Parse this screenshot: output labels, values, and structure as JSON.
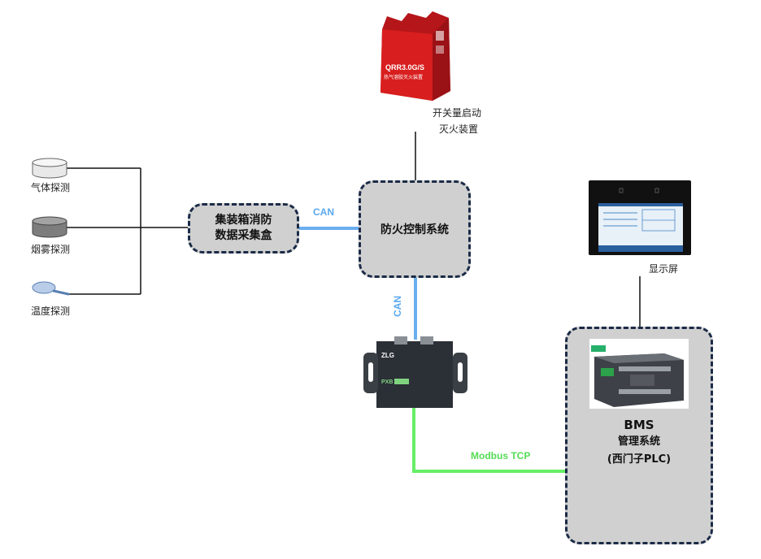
{
  "sensors": {
    "gas_label": "气体探测",
    "smoke_label": "烟雾探测",
    "temp_label": "温度探测"
  },
  "collector_box": {
    "line1": "集装箱消防",
    "line2": "数据采集盒"
  },
  "fire_control": {
    "label": "防火控制系统"
  },
  "extinguisher": {
    "device_model": "QRR3.0G/S",
    "device_subtitle": "热气溶胶灭火装置",
    "caption_line1": "开关量启动",
    "caption_line2": "灭火装置"
  },
  "display": {
    "caption": "显示屏"
  },
  "gateway": {
    "brand": "ZLG",
    "model": "PXB"
  },
  "bms": {
    "title": "BMS",
    "line1": "管理系统",
    "line2": "(西门子PLC)"
  },
  "connections": {
    "can_horizontal": "CAN",
    "can_vertical": "CAN",
    "modbus": "Modbus TCP"
  },
  "colors": {
    "can_line": "#6aaeee",
    "modbus_line": "#66ee66",
    "box_fill": "#d0d0d0",
    "box_border": "#1b2b47",
    "extinguisher_red": "#d81e1e"
  }
}
